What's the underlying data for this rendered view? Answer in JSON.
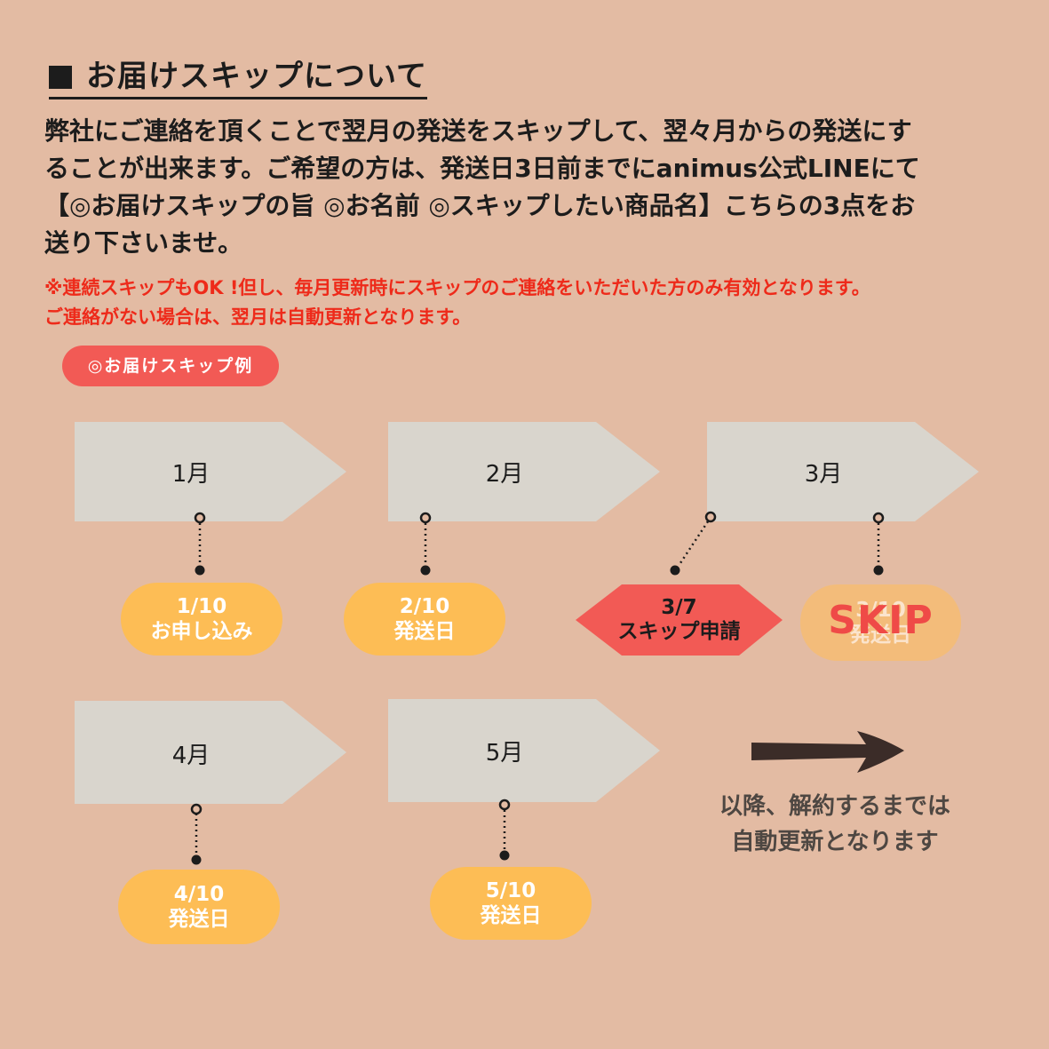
{
  "header": {
    "title": "お届けスキップについて"
  },
  "body": {
    "lines": [
      "弊社にご連絡を頂くことで翌月の発送をスキップして、翌々月からの発送にす",
      "ることが出来ます。ご希望の方は、発送日3日前までにanimus公式LINEにて",
      "【◎お届けスキップの旨 ◎お名前 ◎スキップしたい商品名】こちらの3点をお",
      "送り下さいませ。"
    ]
  },
  "note": {
    "lines": [
      "※連続スキップもOK !但し、毎月更新時にスキップのご連絡をいただいた方のみ有効となります。",
      "ご連絡がない場合は、翌月は自動更新となります。"
    ]
  },
  "example_label": "◎お届けスキップ例",
  "months": [
    "1月",
    "2月",
    "3月",
    "4月",
    "5月"
  ],
  "events": [
    {
      "date": "1/10",
      "label": "お申し込み"
    },
    {
      "date": "2/10",
      "label": "発送日"
    },
    {
      "date": "3/7",
      "label": "スキップ申請"
    },
    {
      "date": "3/10",
      "label": "発送日",
      "overlay": "SKIP"
    },
    {
      "date": "4/10",
      "label": "発送日"
    },
    {
      "date": "5/10",
      "label": "発送日"
    }
  ],
  "after_text": [
    "以降、解約するまでは",
    "自動更新となります"
  ],
  "colors": {
    "background": "#e3bba3",
    "arrow": "#d9d5cd",
    "pill": "#fdbd55",
    "accent": "#f25a55",
    "note": "#ee2a1a"
  }
}
